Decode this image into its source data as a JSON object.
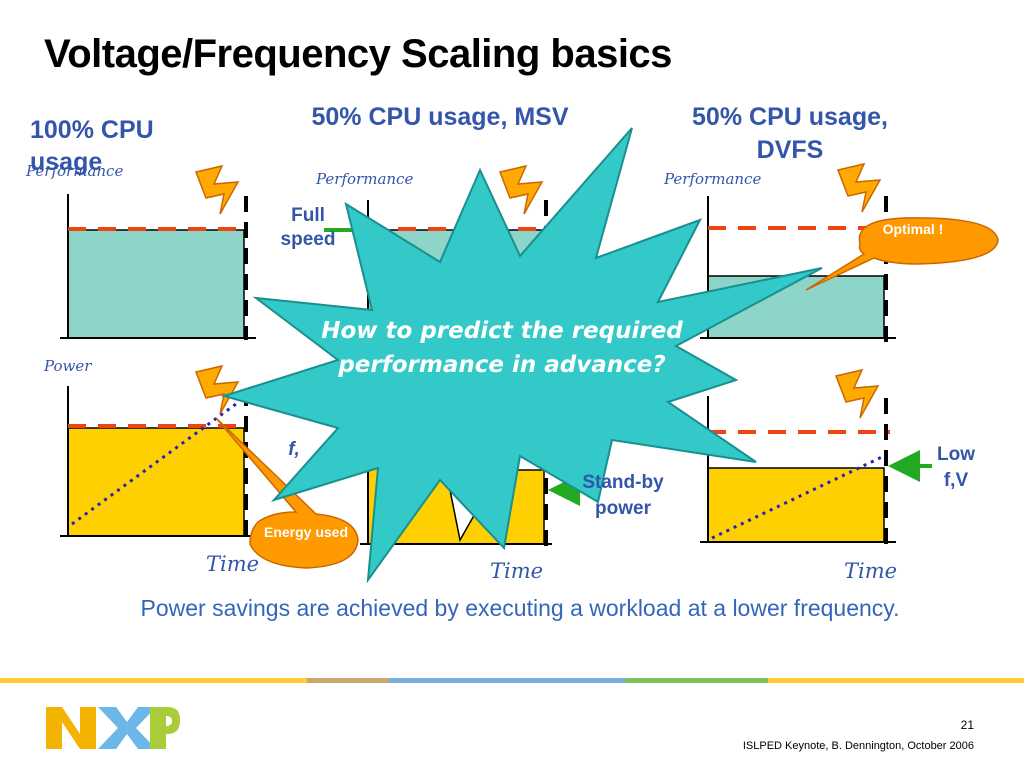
{
  "title": "Voltage/Frequency Scaling basics",
  "columns": [
    {
      "heading": "100% CPU usage"
    },
    {
      "heading": "50% CPU usage, MSV"
    },
    {
      "heading": "50% CPU usage, DVFS"
    }
  ],
  "axis": {
    "performance": "Performance",
    "power": "Power",
    "time": "Time"
  },
  "notes": {
    "full_speed": "Full speed",
    "standby_power": "Stand-by power",
    "low_fv": "Low f,V",
    "partial_fv": "f,"
  },
  "callouts": {
    "star": "How to predict the required performance in advance?",
    "optimal": "Optimal !",
    "energy_used": "Energy used"
  },
  "caption": "Power savings are achieved by executing a workload at a lower frequency.",
  "footer": {
    "page_number": "21",
    "credit": "ISLPED Keynote, B. Dennington, October 2006"
  },
  "colors": {
    "accent_text": "#3355aa",
    "perf_fill": "#8dd5c8",
    "power_fill": "#ffd000",
    "dash_red": "#ee3300",
    "star_fill": "#33c9c9",
    "callout_orange": "#ff9900",
    "arrow_green": "#22aa22",
    "bolt": "#ffaa00",
    "footer_stripe": [
      "#ffcc33",
      "#c9a86b",
      "#7aaedc",
      "#7fbf5a",
      "#ffcc33"
    ],
    "logo": [
      "#f2b400",
      "#6cb6e8",
      "#a9cc3a"
    ]
  },
  "logo_text": "NXP"
}
